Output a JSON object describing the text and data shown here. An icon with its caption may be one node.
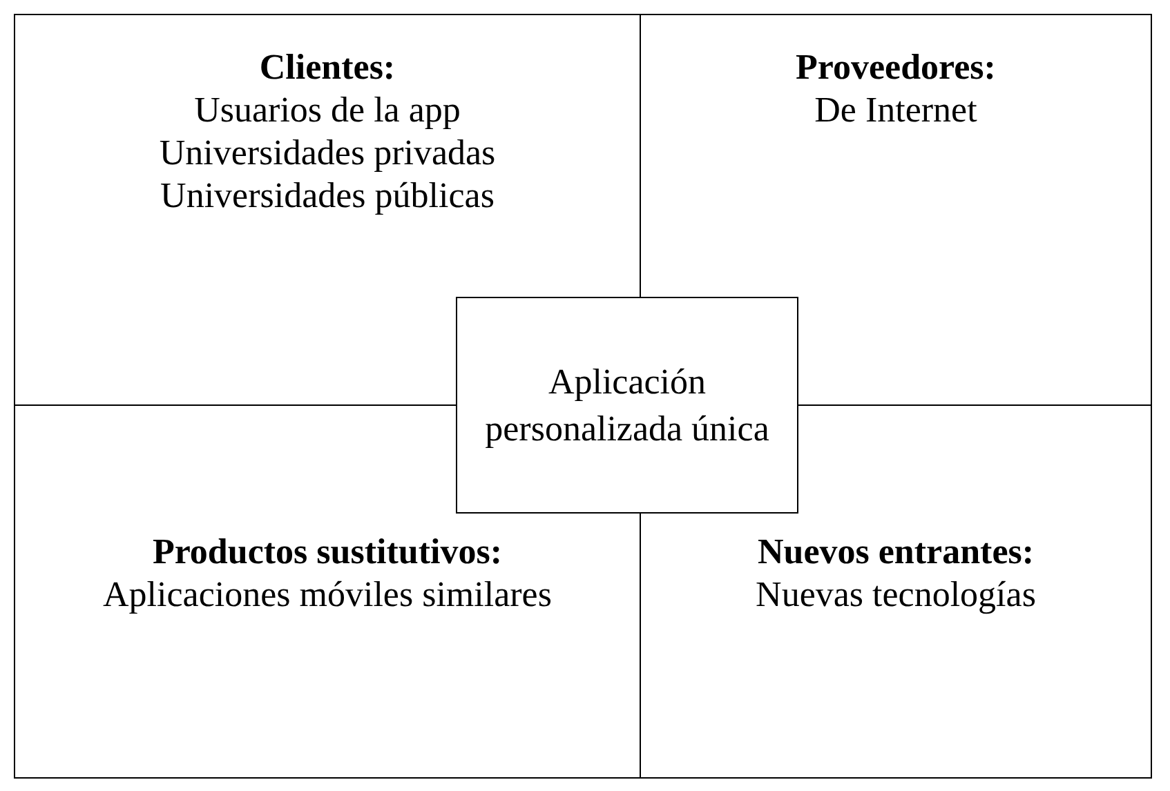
{
  "diagram": {
    "nodes": [
      {
        "text": [
          "Clientes:",
          "Usuarios de la app",
          "Universidades privadas",
          "Universidades públicas"
        ]
      },
      {
        "text": [
          "Proveedores:",
          "De Internet"
        ]
      },
      {
        "text": [
          "Productos sustitutivos:",
          "Aplicaciones móviles similares"
        ]
      },
      {
        "text": [
          "Nuevos entrantes:",
          "Nuevas tecnologías"
        ]
      },
      {
        "text": [
          "Aplicación personalizada única"
        ]
      }
    ]
  }
}
